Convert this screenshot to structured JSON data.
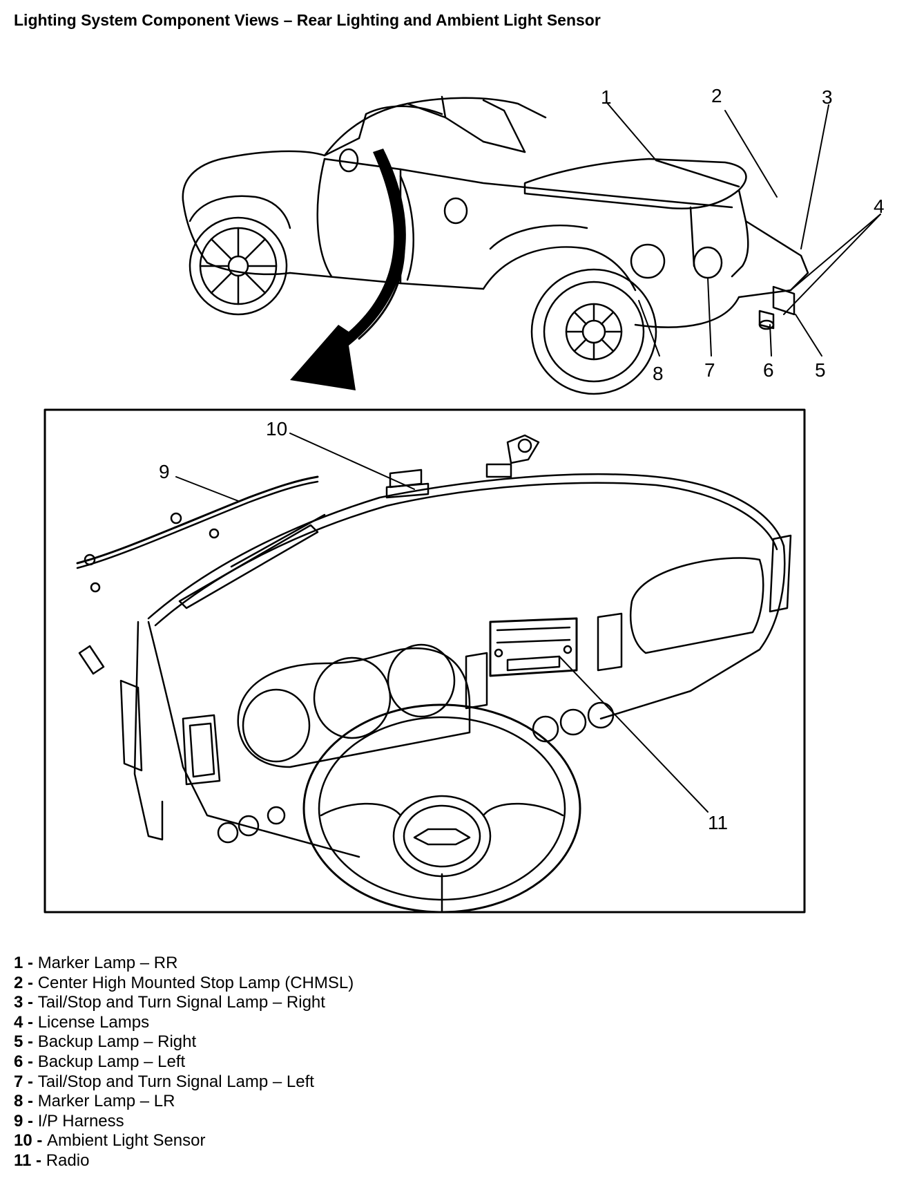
{
  "title": "Lighting System Component Views – Rear Lighting and Ambient Light Sensor",
  "callouts": [
    "1",
    "2",
    "3",
    "4",
    "5",
    "6",
    "7",
    "8",
    "9",
    "10",
    "11"
  ],
  "legend": [
    {
      "num": "1",
      "sep": " - ",
      "text": "Marker Lamp – RR"
    },
    {
      "num": "2",
      "sep": " - ",
      "text": "Center High Mounted Stop Lamp (CHMSL)"
    },
    {
      "num": "3",
      "sep": " - ",
      "text": "Tail/Stop and Turn Signal Lamp – Right"
    },
    {
      "num": "4",
      "sep": " - ",
      "text": "License Lamps"
    },
    {
      "num": "5",
      "sep": " - ",
      "text": "Backup Lamp – Right"
    },
    {
      "num": "6",
      "sep": " - ",
      "text": "Backup Lamp – Left"
    },
    {
      "num": "7",
      "sep": " - ",
      "text": "Tail/Stop and Turn Signal Lamp – Left"
    },
    {
      "num": "8",
      "sep": " - ",
      "text": "Marker Lamp – LR"
    },
    {
      "num": "9",
      "sep": " - ",
      "text": "I/P Harness"
    },
    {
      "num": "10",
      "sep": " - ",
      "text": "Ambient Light Sensor"
    },
    {
      "num": "11",
      "sep": " - ",
      "text": "Radio"
    }
  ]
}
